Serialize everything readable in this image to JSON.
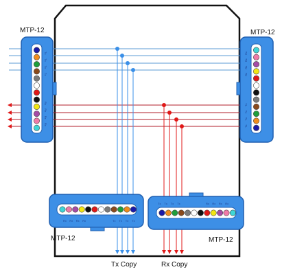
{
  "title": "",
  "connectors": {
    "left": {
      "label": "MTP-12"
    },
    "right": {
      "label": "MTP-12"
    },
    "bottom_left": {
      "label": "MTP-12"
    },
    "bottom_right": {
      "label": "MTP-12"
    }
  },
  "outputs": {
    "tx_copy": "Tx Copy",
    "rx_copy": "Rx Copy"
  },
  "fiber_colors": {
    "standard_12": [
      "#1a1aa8",
      "#f08c1c",
      "#1f9e3c",
      "#8a4a1c",
      "#7a7a7a",
      "#ffffff",
      "#e01818",
      "#111111",
      "#f2e614",
      "#a64ca6",
      "#f07aa8",
      "#3fd6d6"
    ],
    "right_top_to_bottom": [
      "#3fd6d6",
      "#f07aa8",
      "#a64ca6",
      "#f2e614",
      "#e01818",
      "#ffffff",
      "#111111",
      "#7a7a7a",
      "#8a4a1c",
      "#1f9e3c",
      "#f08c1c",
      "#1a1aa8"
    ],
    "bottom_left_row": [
      "#3fd6d6",
      "#f07aa8",
      "#a64ca6",
      "#f2e614",
      "#111111",
      "#e01818",
      "#ffffff",
      "#7a7a7a",
      "#8a4a1c",
      "#1f9e3c",
      "#f08c1c",
      "#1a1aa8"
    ],
    "bottom_right_row": [
      "#1a1aa8",
      "#f08c1c",
      "#1f9e3c",
      "#8a4a1c",
      "#7a7a7a",
      "#ffffff",
      "#111111",
      "#e01818",
      "#f2e614",
      "#a64ca6",
      "#f07aa8",
      "#3fd6d6"
    ]
  },
  "pin_labels": {
    "tx": [
      "Tx",
      "Tx",
      "Tx",
      "Tx"
    ],
    "rx": [
      "Rx",
      "Rx",
      "Rx",
      "Rx"
    ]
  },
  "colors": {
    "tx_line": "#5b9bd5",
    "rx_line": "#b01c2a",
    "tx_dot": "#3a8fe8",
    "rx_dot": "#e01818",
    "connector_fill": "#3d8fe6",
    "connector_stroke": "#1f5fb0"
  }
}
